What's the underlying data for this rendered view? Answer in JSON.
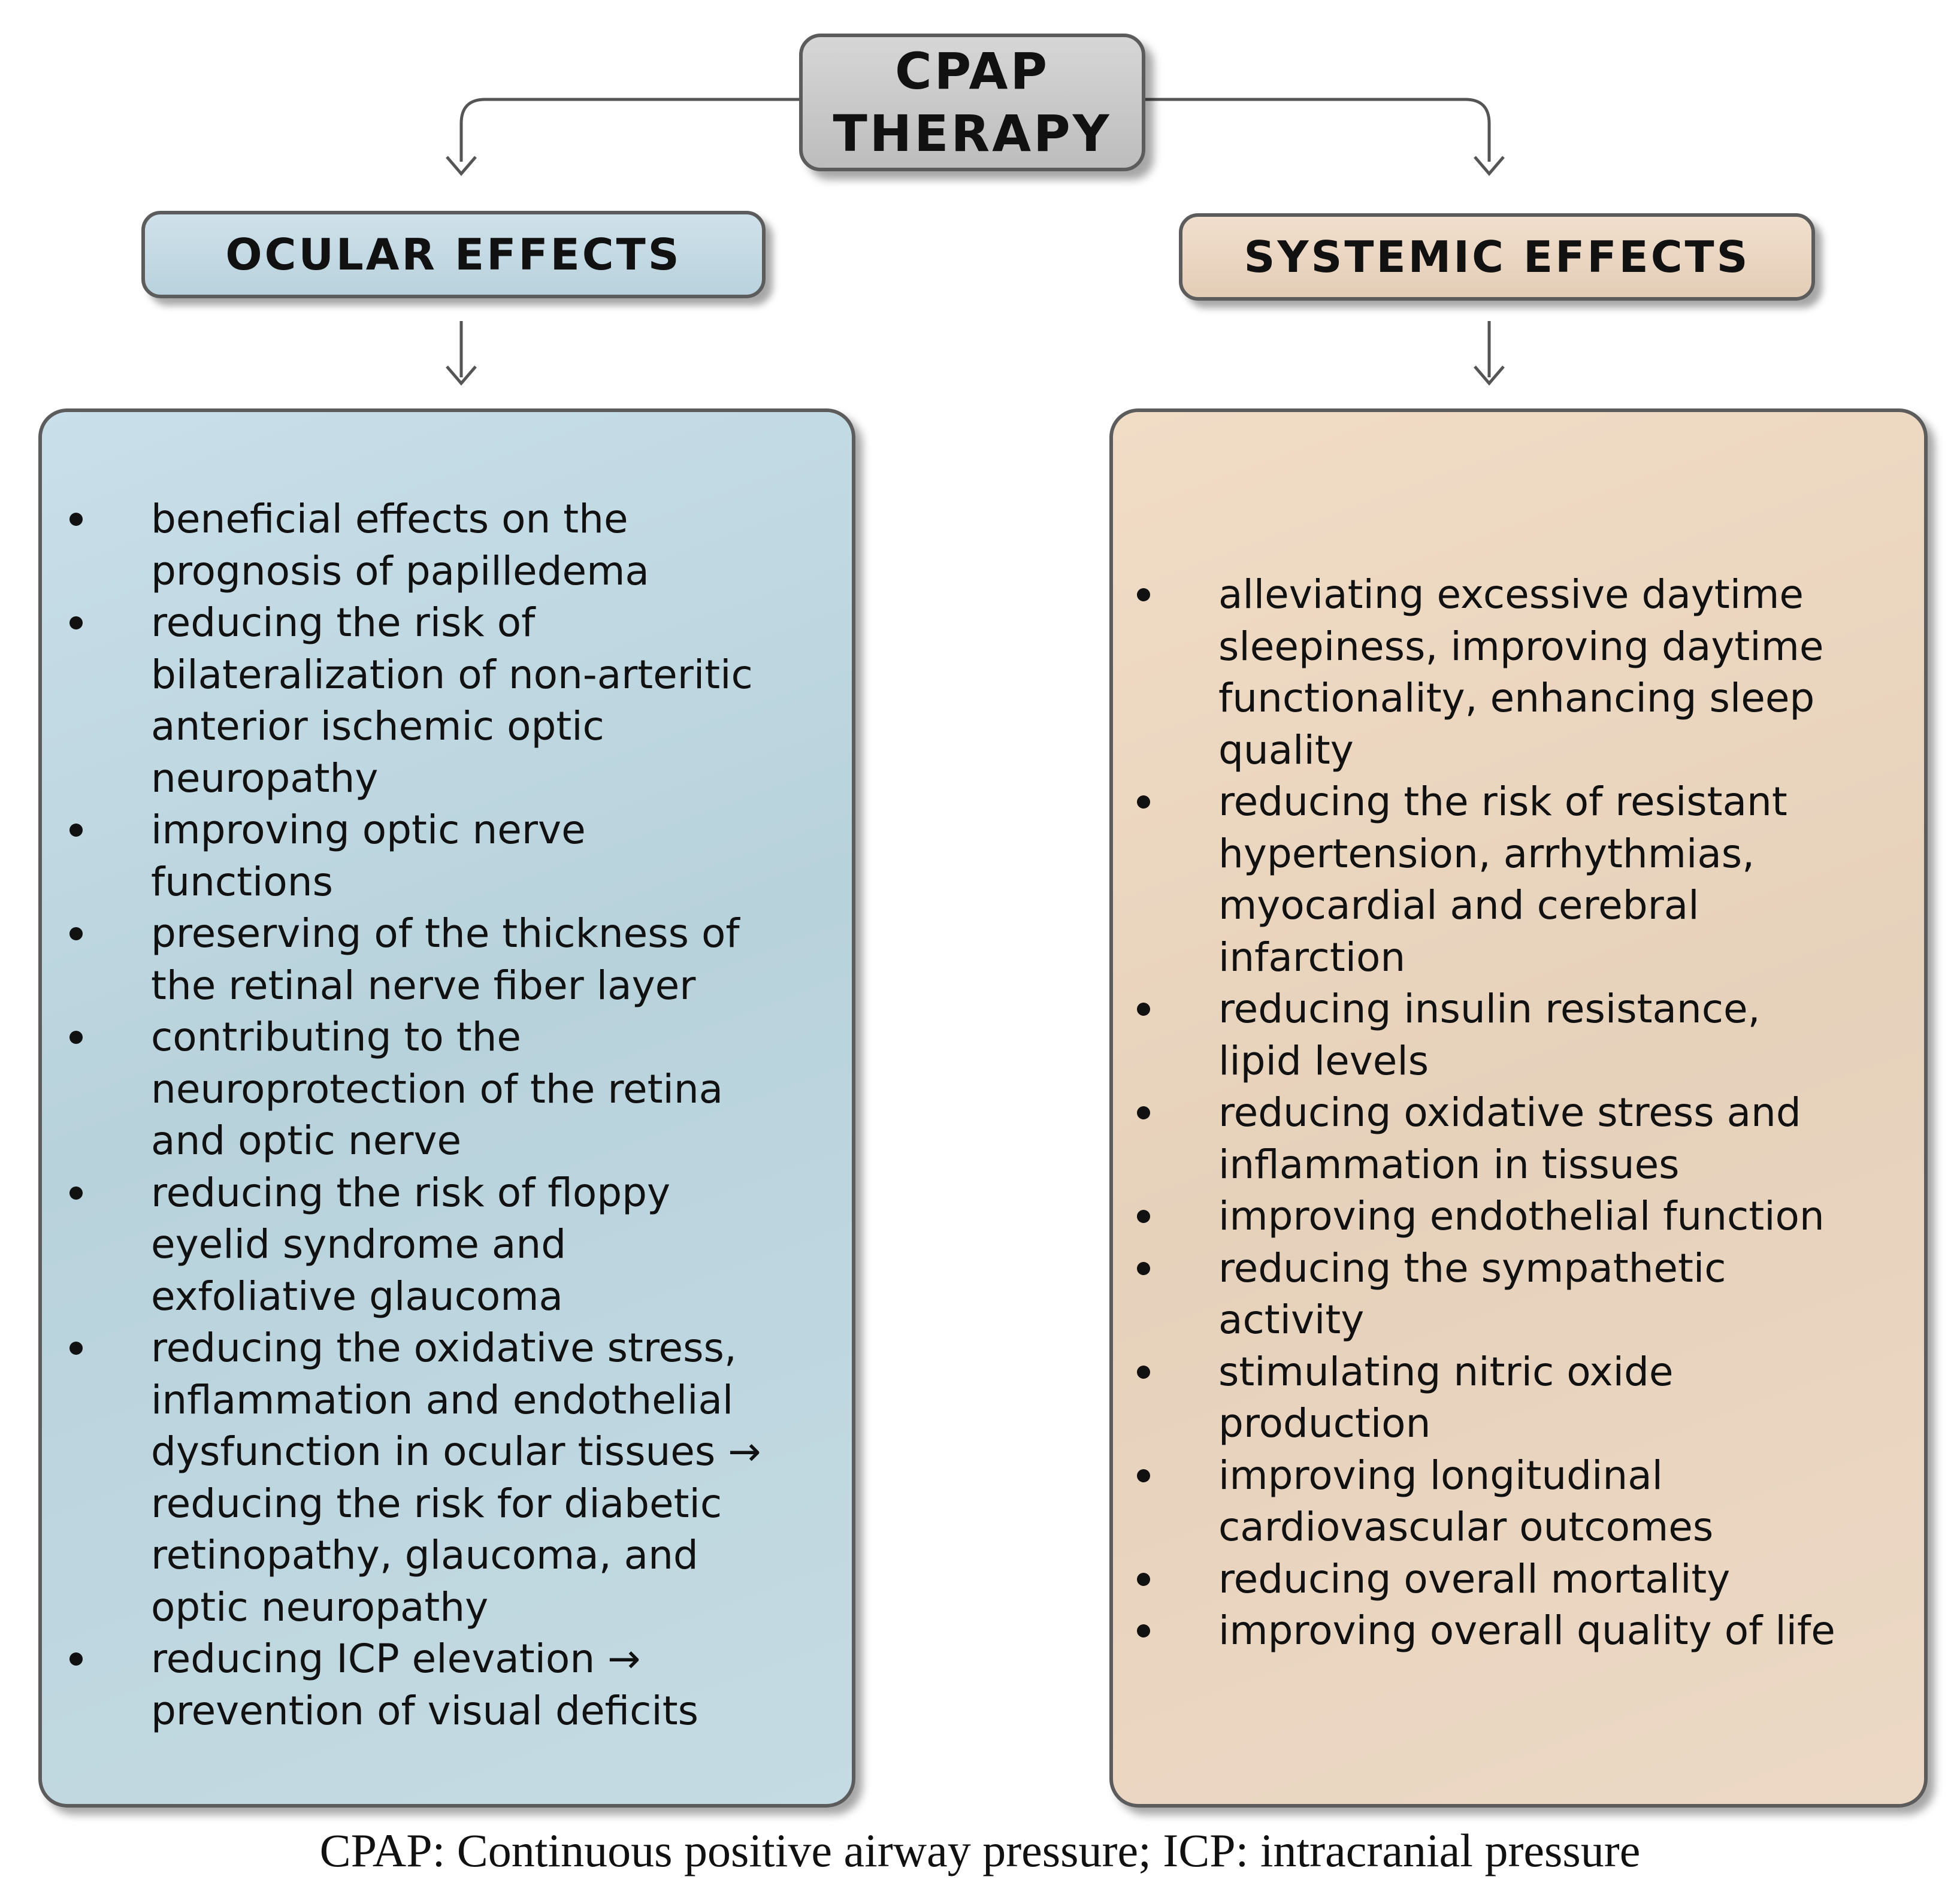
{
  "root": {
    "line1": "CPAP",
    "line2": "THERAPY"
  },
  "columns": [
    {
      "heading": "OCULAR EFFECTS",
      "items": [
        [
          "beneficial effects on the",
          "prognosis of papilledema"
        ],
        [
          "reducing the risk of",
          "bilateralization of non-arteritic",
          "anterior ischemic optic",
          "neuropathy"
        ],
        [
          "improving optic nerve",
          "functions"
        ],
        [
          "preserving of the thickness of",
          "the retinal nerve fiber layer"
        ],
        [
          "contributing to the",
          "neuroprotection of the retina",
          "and optic nerve"
        ],
        [
          "reducing the risk of floppy",
          "eyelid syndrome and",
          "exfoliative glaucoma"
        ],
        [
          "reducing the oxidative stress,",
          "inflammation and endothelial",
          "dysfunction in ocular tissues →",
          "reducing the risk for diabetic",
          "retinopathy, glaucoma, and",
          "optic neuropathy"
        ],
        [
          "reducing ICP elevation →",
          "prevention of visual deficits"
        ]
      ]
    },
    {
      "heading": "SYSTEMIC EFFECTS",
      "items": [
        [
          "alleviating excessive daytime",
          "sleepiness, improving daytime",
          "functionality, enhancing sleep",
          "quality"
        ],
        [
          "reducing the risk of resistant",
          "hypertension, arrhythmias,",
          "myocardial and cerebral",
          "infarction"
        ],
        [
          "reducing insulin resistance,",
          "lipid levels"
        ],
        [
          "reducing oxidative stress and",
          "inflammation in tissues"
        ],
        [
          "improving endothelial function"
        ],
        [
          "reducing the sympathetic",
          "activity"
        ],
        [
          "stimulating nitric oxide",
          "production"
        ],
        [
          "improving longitudinal",
          "cardiovascular outcomes"
        ],
        [
          "reducing overall mortality"
        ],
        [
          "improving overall quality of life"
        ]
      ]
    }
  ],
  "caption": "CPAP: Continuous positive airway pressure; ICP: intracranial pressure",
  "colors": {
    "ocular": "#bcd5df",
    "systemic": "#e6d0ba",
    "root": "#c8c8c8",
    "connector": "#555555"
  }
}
